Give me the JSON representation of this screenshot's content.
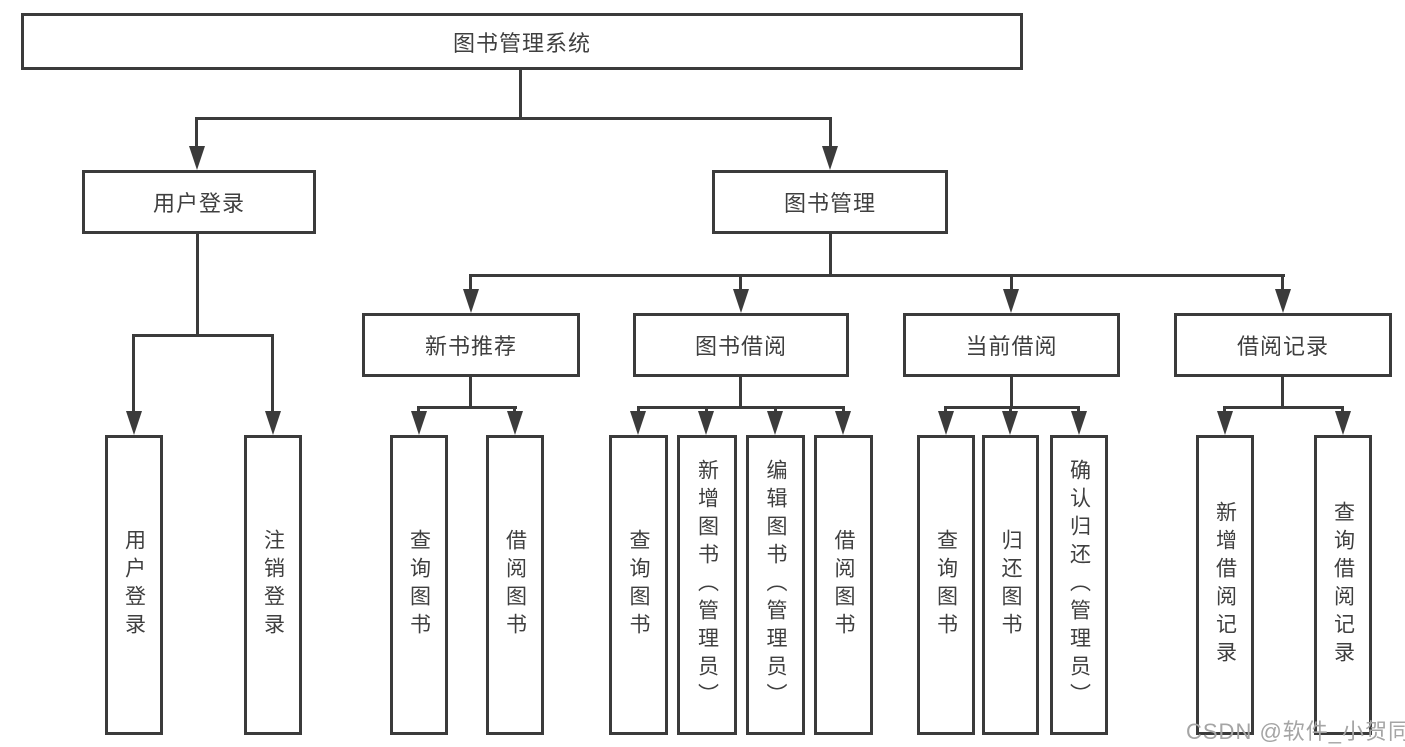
{
  "colors": {
    "line": "#3b3b3b",
    "text": "#3f3f3f",
    "watermark": "#a5a5a5"
  },
  "diagram": {
    "root": "图书管理系统",
    "user_login": {
      "label": "用户登录",
      "children": [
        "用户登录",
        "注销登录"
      ]
    },
    "book_mgmt": {
      "label": "图书管理",
      "sections": [
        {
          "label": "新书推荐",
          "children": [
            "查询图书",
            "借阅图书"
          ]
        },
        {
          "label": "图书借阅",
          "children": [
            "查询图书",
            "新增图书（管理员）",
            "编辑图书（管理员）",
            "借阅图书"
          ]
        },
        {
          "label": "当前借阅",
          "children": [
            "查询图书",
            "归还图书",
            "确认归还（管理员）"
          ]
        },
        {
          "label": "借阅记录",
          "children": [
            "新增借阅记录",
            "查询借阅记录"
          ]
        }
      ]
    }
  },
  "watermark": "CSDN @软件_小贺同学"
}
